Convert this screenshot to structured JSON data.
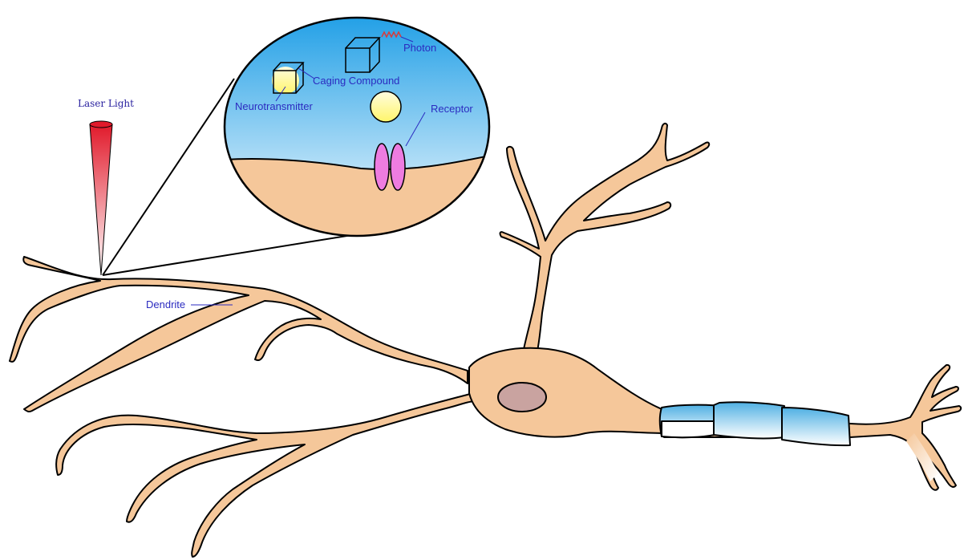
{
  "labels": {
    "laser_light": "Laser Light",
    "dendrite": "Dendrite",
    "photon": "Photon",
    "caging_compound": "Caging Compound",
    "neurotransmitter": "Neurotransmitter",
    "receptor": "Receptor"
  },
  "colors": {
    "cell_fill": "#f5c79a",
    "outline": "#000000",
    "nucleus": "#c9a3a0",
    "myelin": "#4fb0e3",
    "sky_top": "#1e9ee6",
    "laser": "#e11a2b",
    "photon": "#d83a3a",
    "neurotransmitter": "#fff56a",
    "receptor": "#ee7ce0",
    "label_serif": "#2b23a0",
    "label_sans": "#2b2bc0"
  }
}
